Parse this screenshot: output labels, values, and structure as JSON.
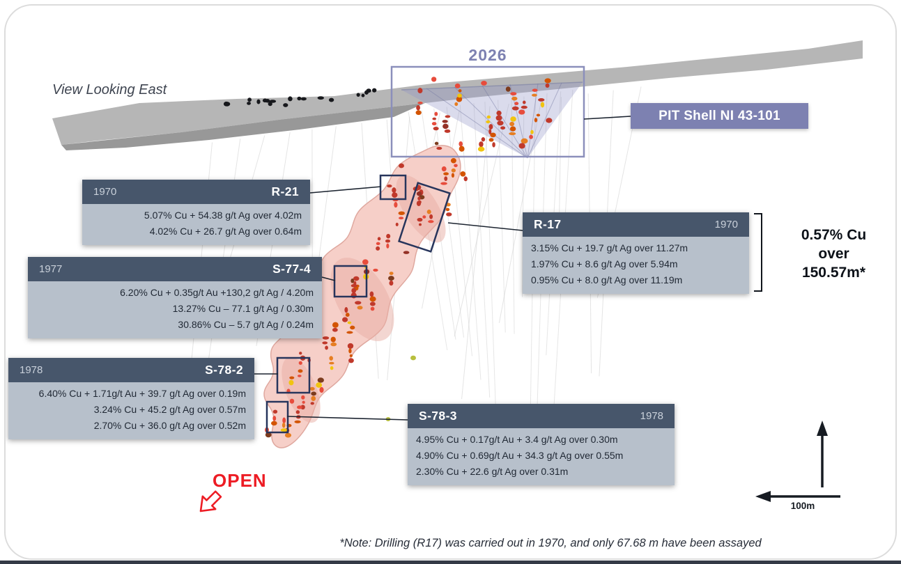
{
  "view": {
    "title": "View Looking East"
  },
  "pit": {
    "year_label": "2026",
    "shell_label": "PIT Shell NI 43-101"
  },
  "callouts": {
    "r21": {
      "year": "1970",
      "hole": "R-21",
      "lines": [
        "5.07% Cu + 54.38 g/t Ag over 4.02m",
        "4.02% Cu + 26.7 g/t Ag over 0.64m"
      ]
    },
    "r17": {
      "year": "1970",
      "hole": "R-17",
      "lines": [
        "3.15% Cu + 19.7 g/t Ag over 11.27m",
        "1.97% Cu + 8.6 g/t Ag over 5.94m",
        "0.95% Cu + 8.0 g/t Ag over 11.19m"
      ]
    },
    "s774": {
      "year": "1977",
      "hole": "S-77-4",
      "lines": [
        "6.20% Cu + 0.35g/t Au +130,2 g/t Ag / 4.20m",
        "13.27% Cu – 77.1 g/t Ag / 0.30m",
        "30.86% Cu – 5.7 g/t Ag / 0.24m"
      ]
    },
    "s782": {
      "year": "1978",
      "hole": "S-78-2",
      "lines": [
        "6.40% Cu + 1.71g/t Au + 39.7 g/t Ag over 0.19m",
        "3.24% Cu + 45.2 g/t Ag over 0.57m",
        "2.70% Cu + 36.0 g/t Ag over 0.52m"
      ]
    },
    "s783": {
      "year": "1978",
      "hole": "S-78-3",
      "lines": [
        "4.95% Cu + 0.17g/t Au + 3.4 g/t Ag over 0.30m",
        "4.90% Cu + 0.69g/t Au + 34.3 g/t Ag over 0.55m",
        "2.30% Cu + 22.6 g/t Ag over 0.31m"
      ]
    }
  },
  "highlight": {
    "line1": "0.57% Cu",
    "line2": "over",
    "line3": "150.57m*"
  },
  "open_label": "OPEN",
  "scale": {
    "label": "100m"
  },
  "footnote": "*Note: Drilling (R17) was carried out in 1970, and only 67.68 m have been assayed",
  "colors": {
    "accent_purple": "#7d81b1",
    "panel_header": "#47566b",
    "panel_body": "#b7c0cb",
    "open_red": "#ed1c24",
    "ore_pink": "#f6cfc8"
  }
}
